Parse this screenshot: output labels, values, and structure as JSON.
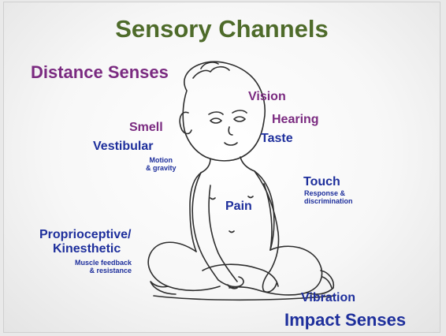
{
  "slide": {
    "title": "Sensory Channels",
    "distance_label": "Distance Senses",
    "impact_label": "Impact Senses",
    "colors": {
      "title": "#4e6b2a",
      "distance": "#7a2a80",
      "impact": "#1e2f9c",
      "line_art": "#2e2e2e",
      "background": "#f7f7f7"
    }
  },
  "senses": {
    "vision": "Vision",
    "hearing": "Hearing",
    "smell": "Smell",
    "taste": "Taste",
    "vestibular": "Vestibular",
    "vestibular_note_1": "Motion",
    "vestibular_note_2": "& gravity",
    "touch": "Touch",
    "touch_note_1": "Response &",
    "touch_note_2": "discrimination",
    "pain": "Pain",
    "proprio_1": "Proprioceptive/",
    "proprio_2": "Kinesthetic",
    "proprio_note_1": "Muscle feedback",
    "proprio_note_2": "& resistance",
    "vibration": "Vibration"
  }
}
